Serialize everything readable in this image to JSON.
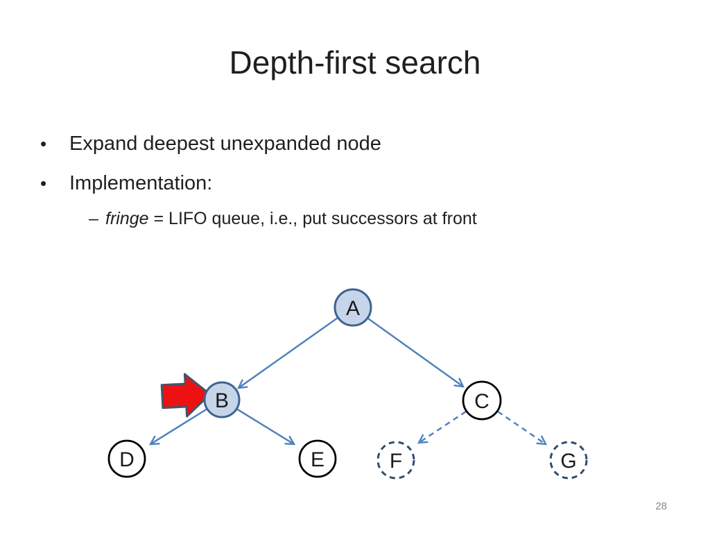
{
  "slide": {
    "title": "Depth-first search",
    "page_number": "28"
  },
  "bullets": {
    "glyph": "•",
    "item1": "Expand deepest unexpanded node",
    "item2": "Implementation:",
    "sub_glyph": "–",
    "sub_italic": "fringe",
    "sub_rest": " = LIFO queue, i.e., put successors at front"
  },
  "tree": {
    "nodes": {
      "a": {
        "label": "A"
      },
      "b": {
        "label": "B"
      },
      "c": {
        "label": "C"
      },
      "d": {
        "label": "D"
      },
      "e": {
        "label": "E"
      },
      "f": {
        "label": "F"
      },
      "g": {
        "label": "G"
      }
    }
  },
  "colors": {
    "expanded_node_fill": "#c6d5ea",
    "expanded_node_border": "#3f628f",
    "edge_blue": "#4f81bd",
    "dashed_node_border": "#2e4d6e",
    "black_node_border": "#000000",
    "red_arrow_fill": "#ee1111",
    "red_arrow_border": "#44546a",
    "page_number_gray": "#898989"
  }
}
